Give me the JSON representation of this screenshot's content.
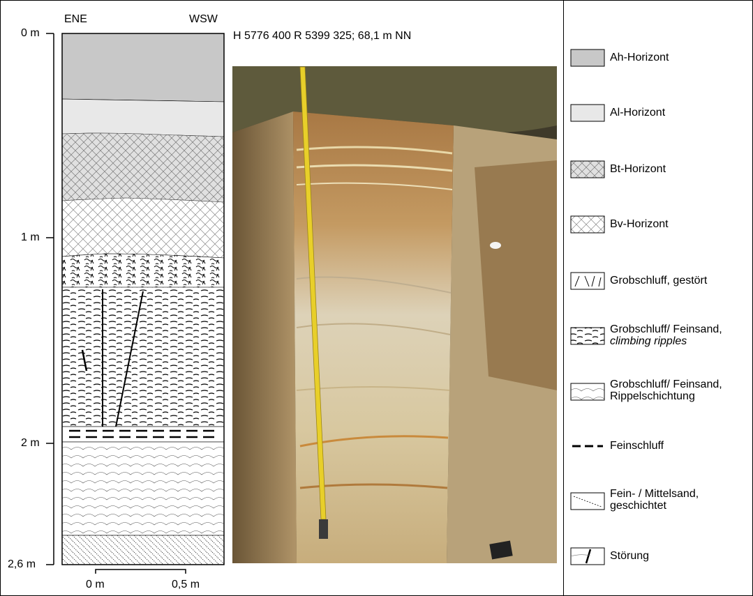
{
  "profile": {
    "direction_left": "ENE",
    "direction_right": "WSW",
    "depth_ticks": [
      "0 m",
      "1 m",
      "2 m",
      "2,6 m"
    ],
    "scale_bar": [
      "0 m",
      "0,5 m"
    ]
  },
  "photo": {
    "coordinates": "H 5776 400 R 5399 325; 68,1 m NN"
  },
  "legend": {
    "items": [
      {
        "line1": "Ah-Horizont",
        "line2": ""
      },
      {
        "line1": "Al-Horizont",
        "line2": ""
      },
      {
        "line1": "Bt-Horizont",
        "line2": ""
      },
      {
        "line1": "Bv-Horizont",
        "line2": ""
      },
      {
        "line1": "Grobschluff, gestört",
        "line2": ""
      },
      {
        "line1": "Grobschluff/ Feinsand,",
        "line2": "climbing ripples"
      },
      {
        "line1": "Grobschluff/ Feinsand,",
        "line2": "Rippelschichtung"
      },
      {
        "line1": "Feinschluff",
        "line2": ""
      },
      {
        "line1": "Fein- / Mittelsand,",
        "line2": "geschichtet"
      },
      {
        "line1": "Störung",
        "line2": ""
      }
    ]
  },
  "colors": {
    "ah": "#c8c8c8",
    "al": "#e8e8e8",
    "bt": "#e0e0e0"
  }
}
